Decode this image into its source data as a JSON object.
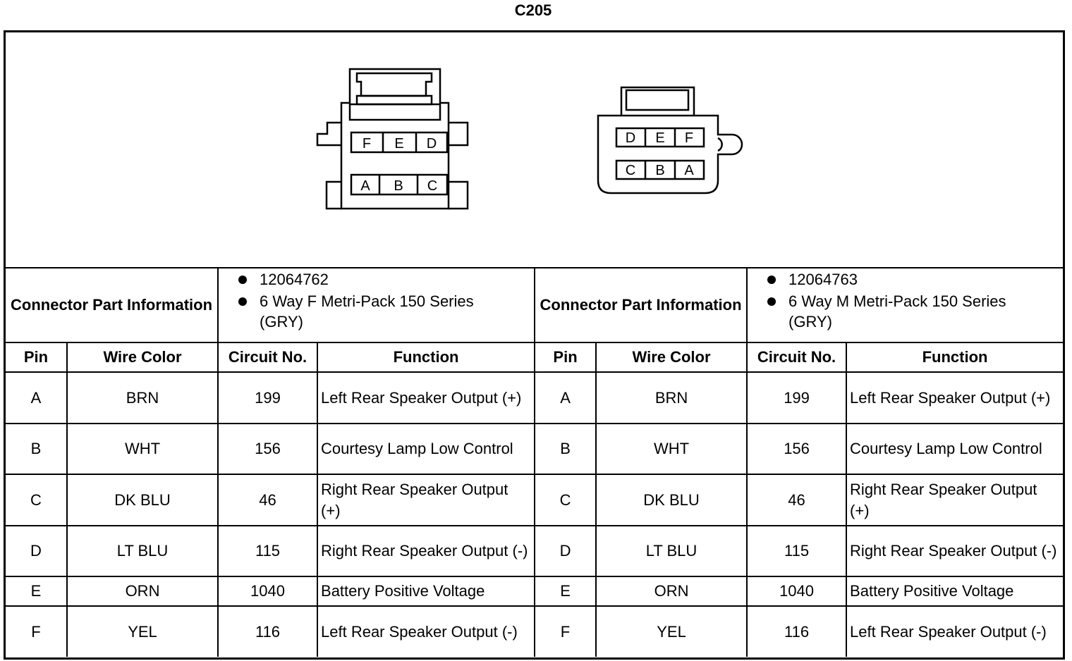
{
  "title": "C205",
  "connector_left": {
    "cavities_top": [
      "F",
      "E",
      "D"
    ],
    "cavities_bottom": [
      "A",
      "B",
      "C"
    ]
  },
  "connector_right": {
    "cavities_top": [
      "D",
      "E",
      "F"
    ],
    "cavities_bottom": [
      "C",
      "B",
      "A"
    ]
  },
  "info_label": "Connector Part Information",
  "info_left": {
    "part": "12064762",
    "desc": "6 Way F Metri-Pack 150 Series",
    "color": "(GRY)"
  },
  "info_right": {
    "part": "12064763",
    "desc": "6 Way M Metri-Pack 150 Series",
    "color": "(GRY)"
  },
  "headers": {
    "pin": "Pin",
    "wire": "Wire Color",
    "circuit": "Circuit No.",
    "function": "Function"
  },
  "rows": [
    {
      "pin": "A",
      "wire": "BRN",
      "circuit": "199",
      "function": "Left Rear Speaker Output (+)"
    },
    {
      "pin": "B",
      "wire": "WHT",
      "circuit": "156",
      "function": "Courtesy Lamp Low Control"
    },
    {
      "pin": "C",
      "wire": "DK BLU",
      "circuit": "46",
      "function": "Right Rear Speaker Output (+)"
    },
    {
      "pin": "D",
      "wire": "LT BLU",
      "circuit": "115",
      "function": "Right Rear Speaker Output (-)"
    },
    {
      "pin": "E",
      "wire": "ORN",
      "circuit": "1040",
      "function": "Battery Positive Voltage"
    },
    {
      "pin": "F",
      "wire": "YEL",
      "circuit": "116",
      "function": "Left Rear Speaker Output (-)"
    }
  ]
}
